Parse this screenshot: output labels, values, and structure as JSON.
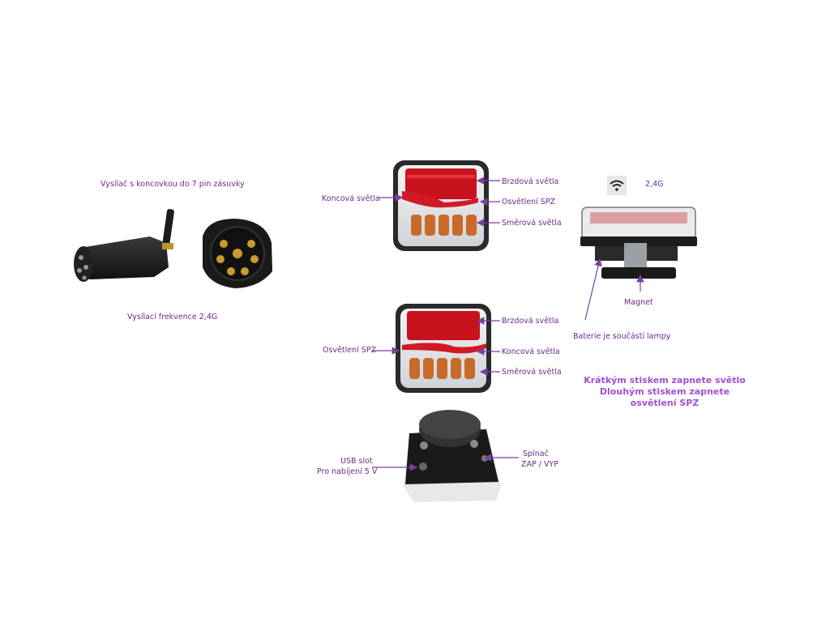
{
  "transmitter": {
    "title": "Vysílač s koncovkou do 7 pin zásuvky",
    "frequency": "Vysílací frekvence 2,4G"
  },
  "lamp_front_right": {
    "left_label": "Koncová světla",
    "right_labels": [
      "Brzdová světla",
      "Osvětlení SPZ",
      "Směrová světla"
    ]
  },
  "lamp_front_left": {
    "left_label": "Osvětlení SPZ",
    "right_labels": [
      "Brzdová světla",
      "Koncová světla",
      "Směrová světla"
    ]
  },
  "lamp_back": {
    "usb_label": [
      "USB slot",
      "Pro nabíjení 5 V"
    ],
    "switch_label": [
      "Spínač",
      "ZAP / VYP"
    ]
  },
  "side_view": {
    "wifi_label": "2,4G",
    "magnet_label": "Magnet",
    "battery_label": "Baterie je součástí lampy"
  },
  "instructions": [
    "Krátkým stiskem zapnete světlo",
    "Dlouhým stiskem zapnete",
    "osvětlení SPZ"
  ],
  "colors": {
    "label": "#6a2b8a",
    "instruction": "#a24fd6",
    "arrow": "#7a3fa0",
    "lamp_red": "#c8121e",
    "lamp_amber": "#c76a2a"
  },
  "icons": [
    "wifi-icon",
    "arrow-icon"
  ]
}
